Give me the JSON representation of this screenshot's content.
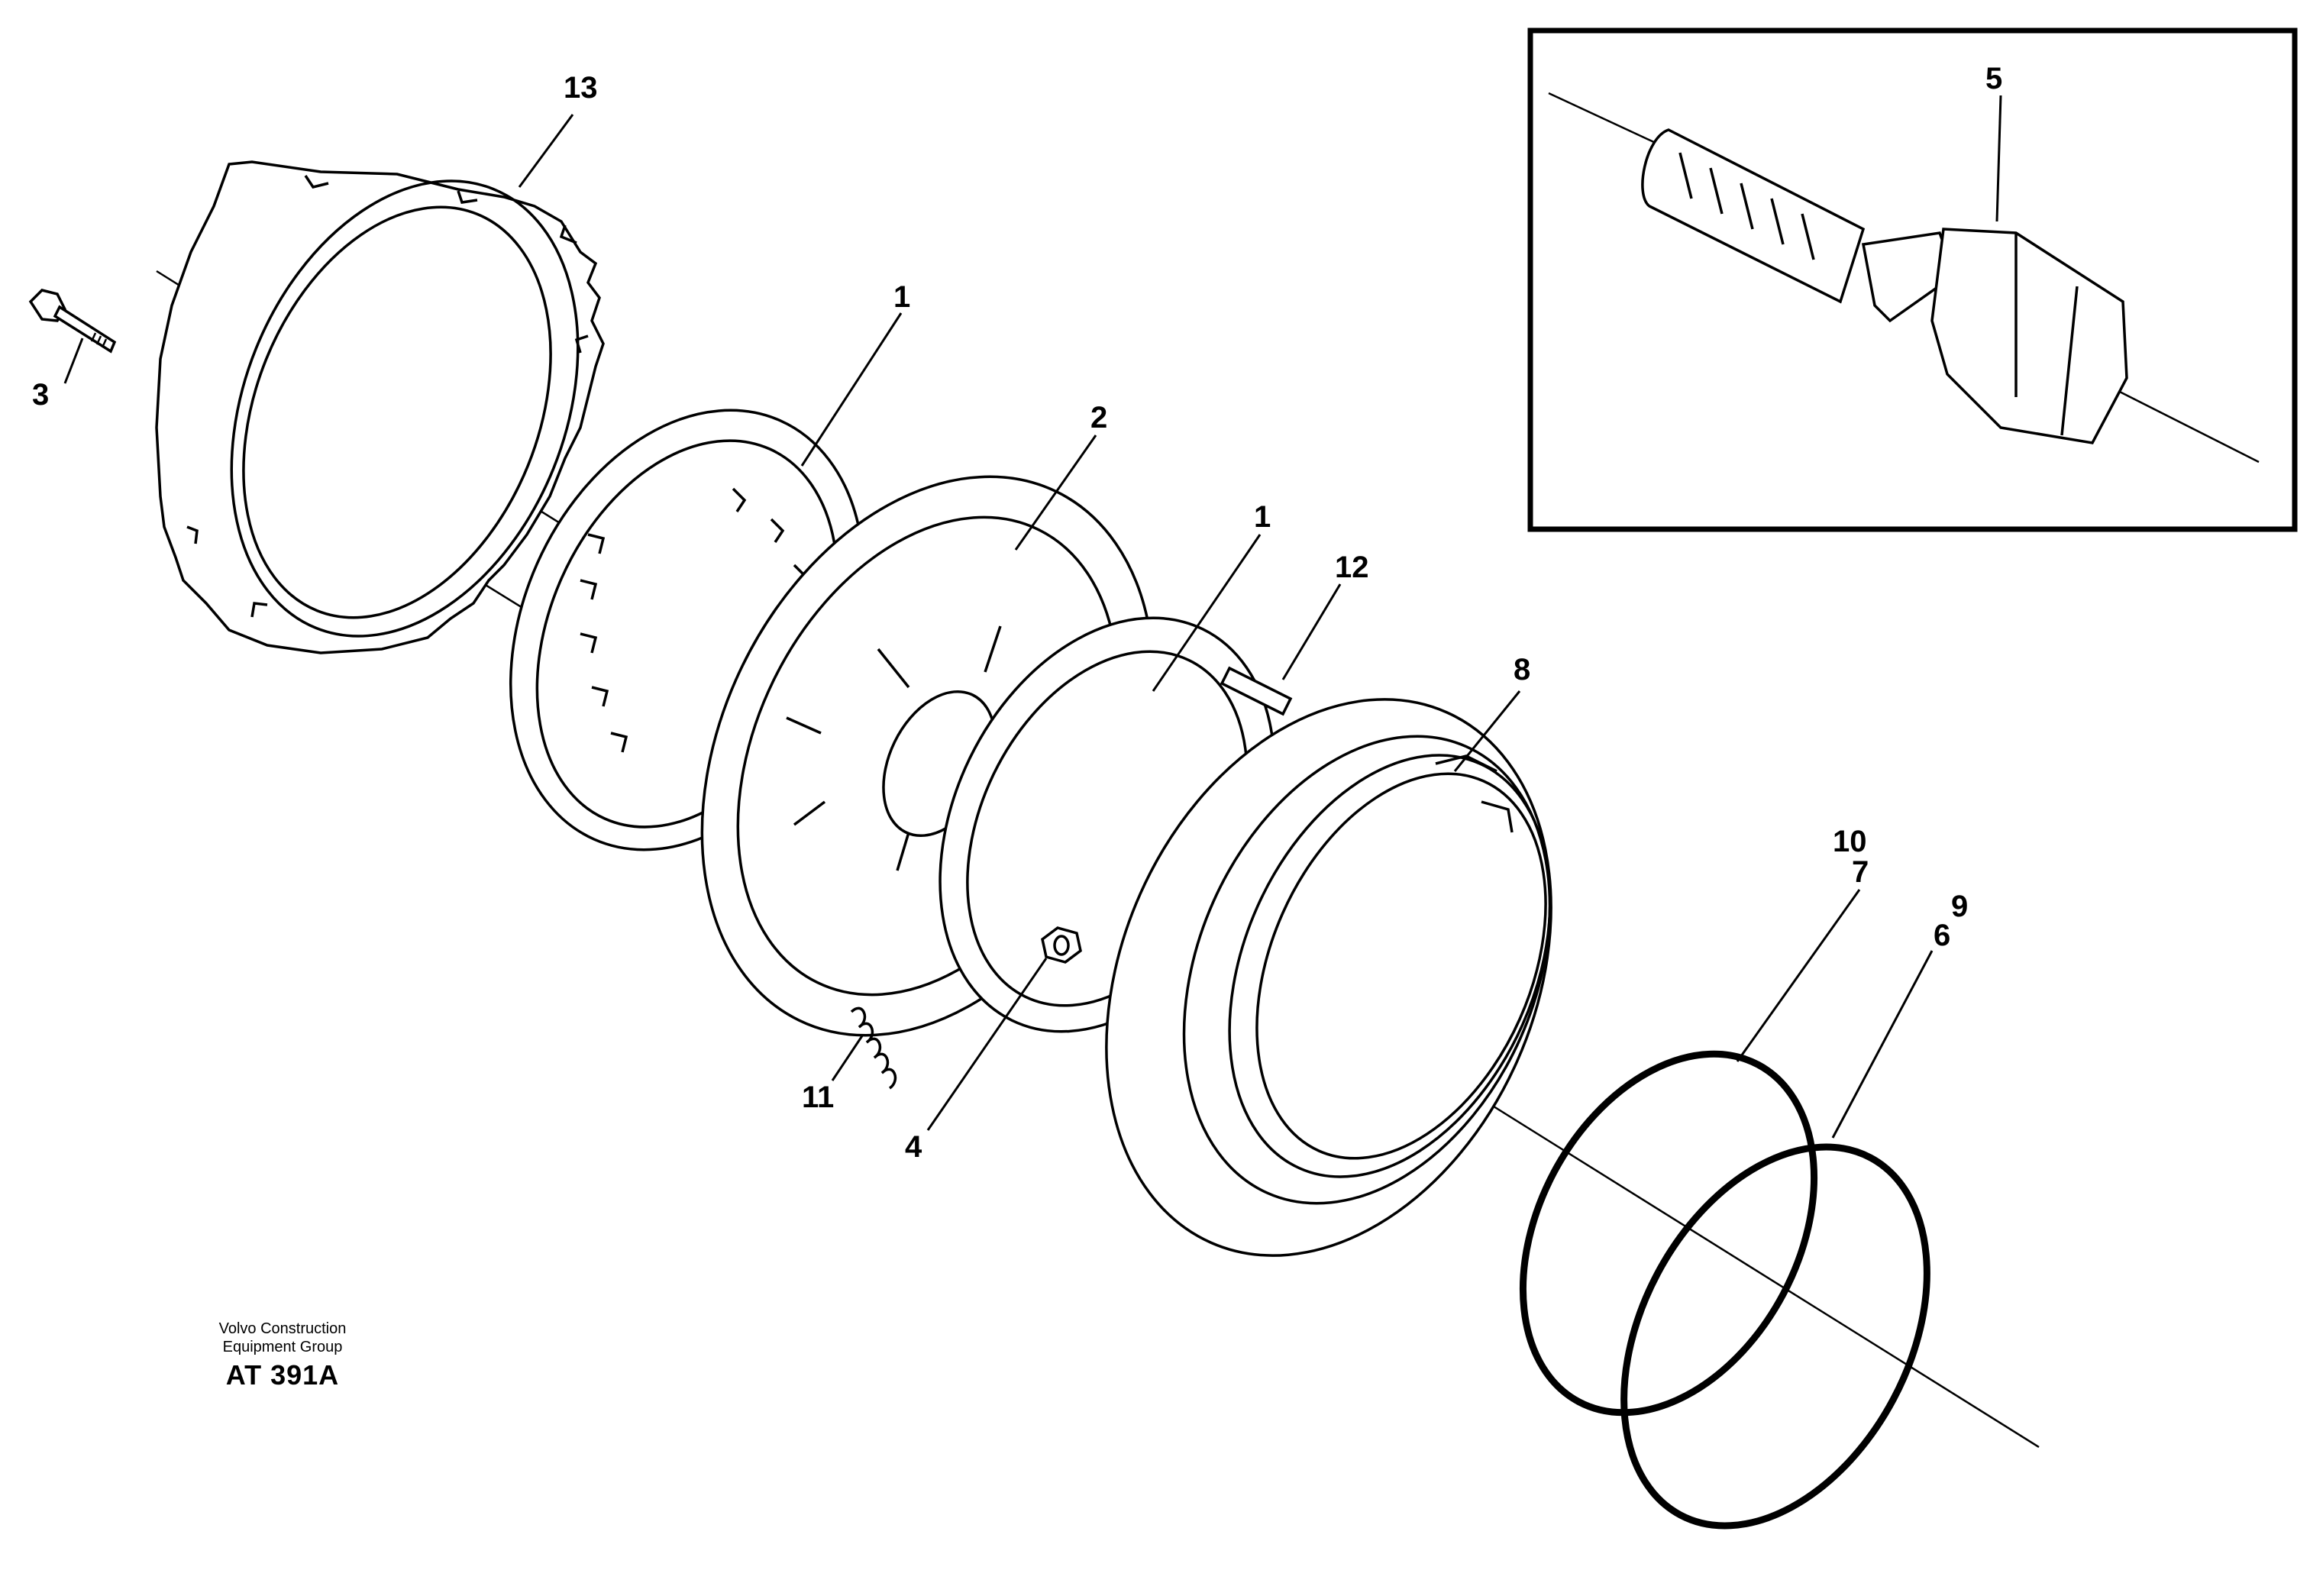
{
  "callouts": {
    "c13": "13",
    "c3": "3",
    "c1a": "1",
    "c2": "2",
    "c1b": "1",
    "c12": "12",
    "c8": "8",
    "c5": "5",
    "c10": "10",
    "c7": "7",
    "c9": "9",
    "c6": "6",
    "c11": "11",
    "c4": "4"
  },
  "footer": {
    "line1": "Volvo Construction",
    "line2": "Equipment Group",
    "code": "AT 391A"
  }
}
